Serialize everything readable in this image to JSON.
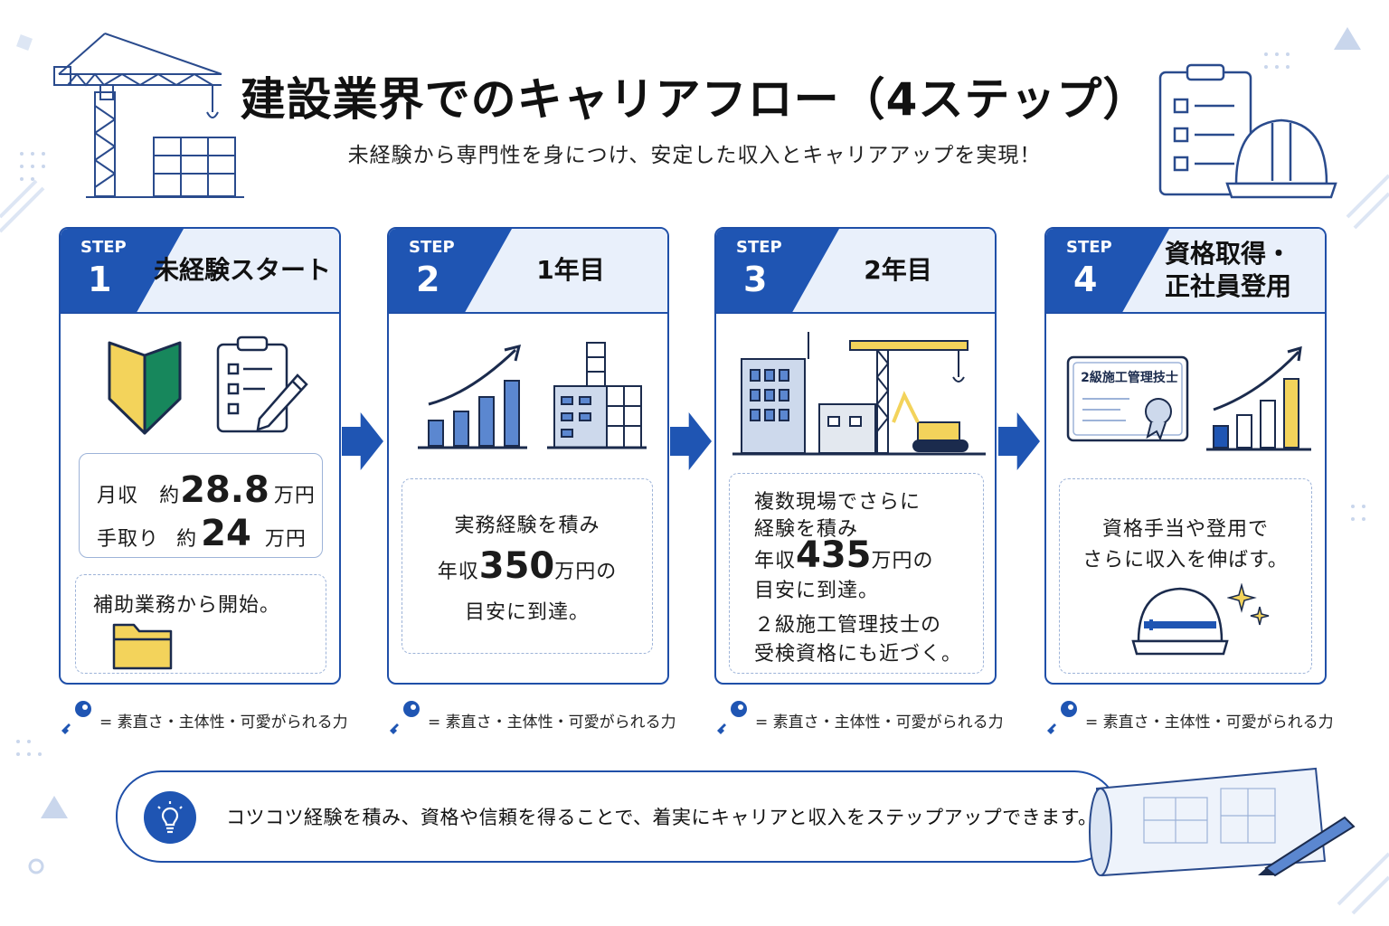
{
  "header": {
    "title": "建設業界でのキャリアフロー（4ステップ）",
    "subtitle": "未経験から専門性を身につけ、安定した収入とキャリアアップを実現！"
  },
  "steps": [
    {
      "step_word": "STEP",
      "number": "1",
      "title": "未経験スタート",
      "income_label_1": "月収",
      "income_prefix_1": "約",
      "income_value_1": "28.8",
      "income_unit_1": "万円",
      "income_label_2": "手取り",
      "income_prefix_2": "約",
      "income_value_2": "24",
      "income_unit_2": "万円",
      "note": "補助業務から開始。",
      "trait_eq": "=",
      "trait": "素直さ・主体性・可愛がられる力"
    },
    {
      "step_word": "STEP",
      "number": "2",
      "title": "1年目",
      "line_1": "実務経験を積み",
      "income_prefix": "年収",
      "income_value": "350",
      "income_unit": "万円の",
      "line_3": "目安に到達。",
      "trait_eq": "=",
      "trait": "素直さ・主体性・可愛がられる力"
    },
    {
      "step_word": "STEP",
      "number": "3",
      "title": "2年目",
      "line_1": "複数現場でさらに",
      "line_2": "経験を積み",
      "income_prefix": "年収",
      "income_value": "435",
      "income_unit": "万円の",
      "line_4": "目安に到達。",
      "line_5": "２級施工管理技士の",
      "line_6": "受検資格にも近づく。",
      "trait_eq": "=",
      "trait": "素直さ・主体性・可愛がられる力"
    },
    {
      "step_word": "STEP",
      "number": "4",
      "title_1": "資格取得・",
      "title_2": "正社員登用",
      "certificate_label": "2級施工管理技士",
      "line_1": "資格手当や登用で",
      "line_2": "さらに収入を伸ばす。",
      "trait_eq": "=",
      "trait": "素直さ・主体性・可愛がられる力"
    }
  ],
  "footer": {
    "message": "コツコツ経験を積み、資格や信頼を得ることで、着実にキャリアと収入をステップアップできます。"
  },
  "colors": {
    "primary": "#1f55b3",
    "light": "#e9f0fb",
    "yellow": "#f3d35b",
    "green": "#17875c"
  },
  "icons": [
    "crane-icon",
    "clipboard-icon",
    "helmet-icon",
    "beginner-mark-icon",
    "pencil-icon",
    "folder-icon",
    "bar-chart-icon",
    "building-icon",
    "excavator-icon",
    "certificate-icon",
    "key-icon",
    "lightbulb-icon",
    "blueprint-icon",
    "sparkle-icon",
    "arrow-right-icon"
  ]
}
